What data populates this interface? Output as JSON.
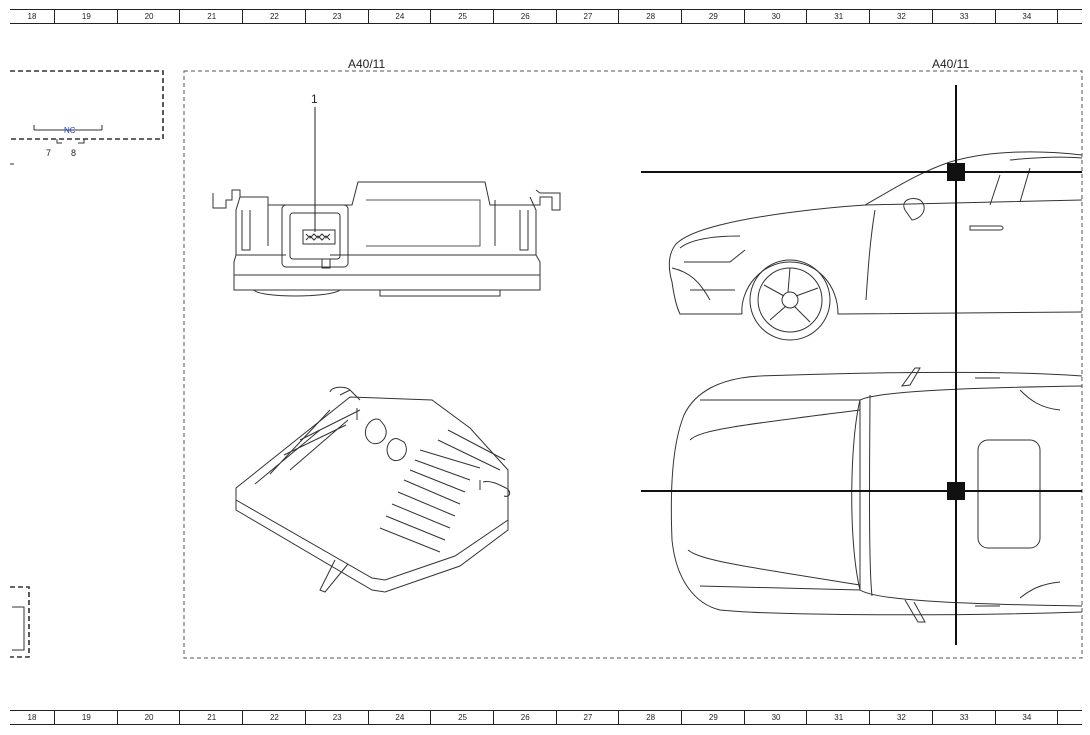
{
  "ruler": [
    "18",
    "19",
    "20",
    "21",
    "22",
    "23",
    "24",
    "25",
    "26",
    "27",
    "28",
    "29",
    "30",
    "31",
    "32",
    "33",
    "34"
  ],
  "component_label_left": "A40/11",
  "component_label_right": "A40/11",
  "callout": "1",
  "connector": {
    "nc": "NC",
    "pin_a": "7",
    "pin_b": "8"
  }
}
